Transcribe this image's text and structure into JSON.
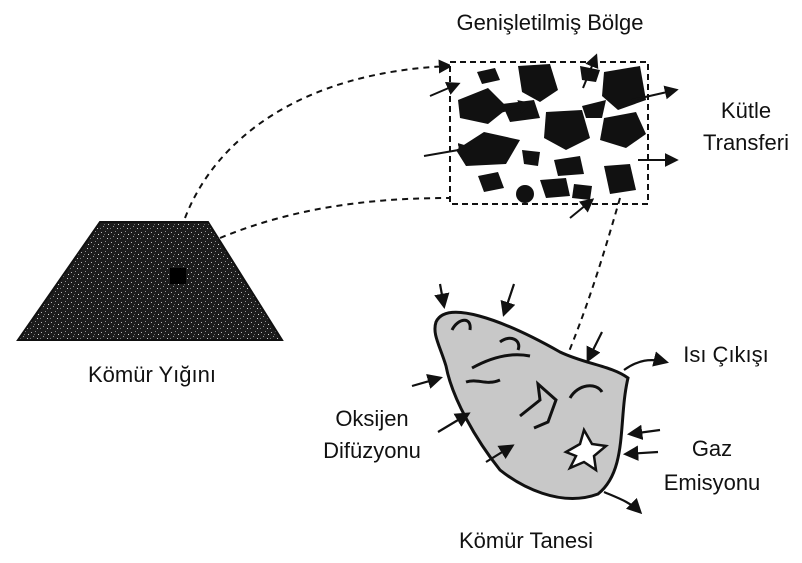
{
  "labels": {
    "expanded_zone": "Genişletilmiş Bölge",
    "mass_transfer_1": "Kütle",
    "mass_transfer_2": "Transferi",
    "coal_pile": "Kömür Yığını",
    "heat_output": "Isı Çıkışı",
    "oxygen_diffusion_1": "Oksijen",
    "oxygen_diffusion_2": "Difüzyonu",
    "gas_emission_1": "Gaz",
    "gas_emission_2": "Emisyonu",
    "coal_particle": "Kömür Tanesi"
  },
  "colors": {
    "ink": "#111111",
    "particle_fill": "#c8c8c8",
    "pile_fill": "#1c1c1c"
  }
}
